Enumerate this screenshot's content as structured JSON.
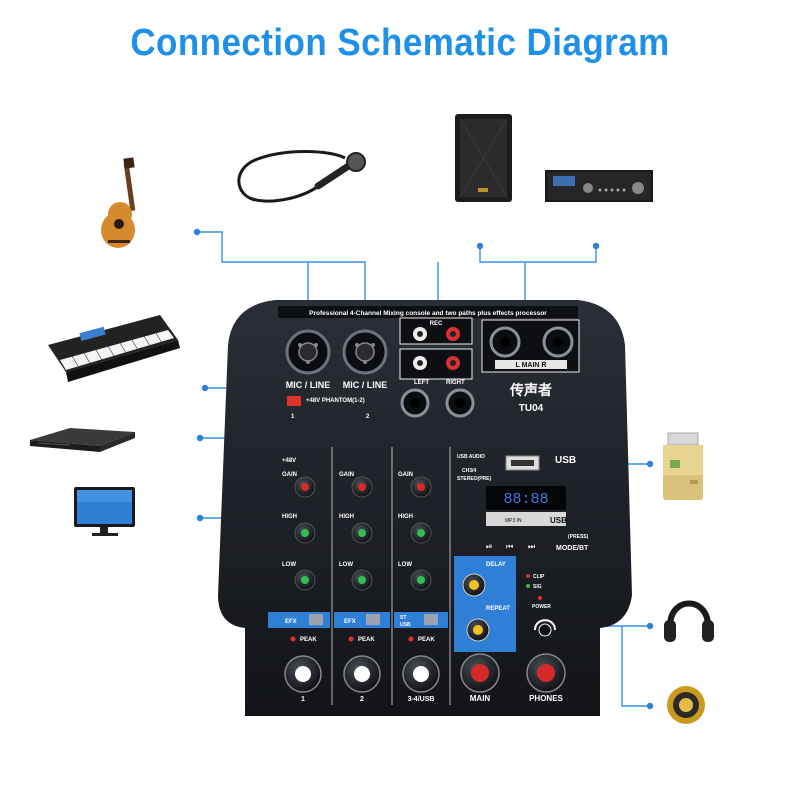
{
  "title": "Connection Schematic Diagram",
  "colors": {
    "title": "#1e90e8",
    "lines": "#3a8ee0",
    "mixer_body": "#1b1e24",
    "panel_blue": "#2f7fd6"
  },
  "mixer": {
    "banner": "Professional 4-Channel Mixing console and two paths plus effects processor",
    "brand": "传声者",
    "model": "TU04",
    "mic_line_1": "MIC / LINE",
    "mic_line_2": "MIC / LINE",
    "ch1": "1",
    "ch2": "2",
    "phantom": "+48V PHANTOM(1-2)",
    "rec": "REC",
    "left": "LEFT",
    "right": "RIGHT",
    "l_main_r": "L MAIN R",
    "usb": "USB",
    "usb_audio": "USB AUDIO",
    "ch34": "CH3/4",
    "stereo_pre": "STEREO(PRE)",
    "mp3": "MP3 IN",
    "usb_badge": "USB",
    "press": "(PRESS)",
    "mode_bt": "MODE/BT",
    "gain": "GAIN",
    "high": "HIGH",
    "low": "LOW",
    "efx": "EFX",
    "peak": "PEAK",
    "st": "ST",
    "usb_sw": "USB",
    "delay": "DELAY",
    "repeat": "REPEAT",
    "clip": "CLIP",
    "sig": "SIG",
    "power": "POWER",
    "plus48": "+48V",
    "strip_1": "1",
    "strip_2": "2",
    "strip_3": "3-4/USB",
    "main": "MAIN",
    "phones": "PHONES",
    "display": "88:88"
  },
  "devices": [
    "guitar",
    "microphone",
    "speaker",
    "amplifier",
    "keyboard",
    "dvd-player",
    "monitor",
    "usb-drive",
    "headphones",
    "bluetooth-speaker"
  ]
}
